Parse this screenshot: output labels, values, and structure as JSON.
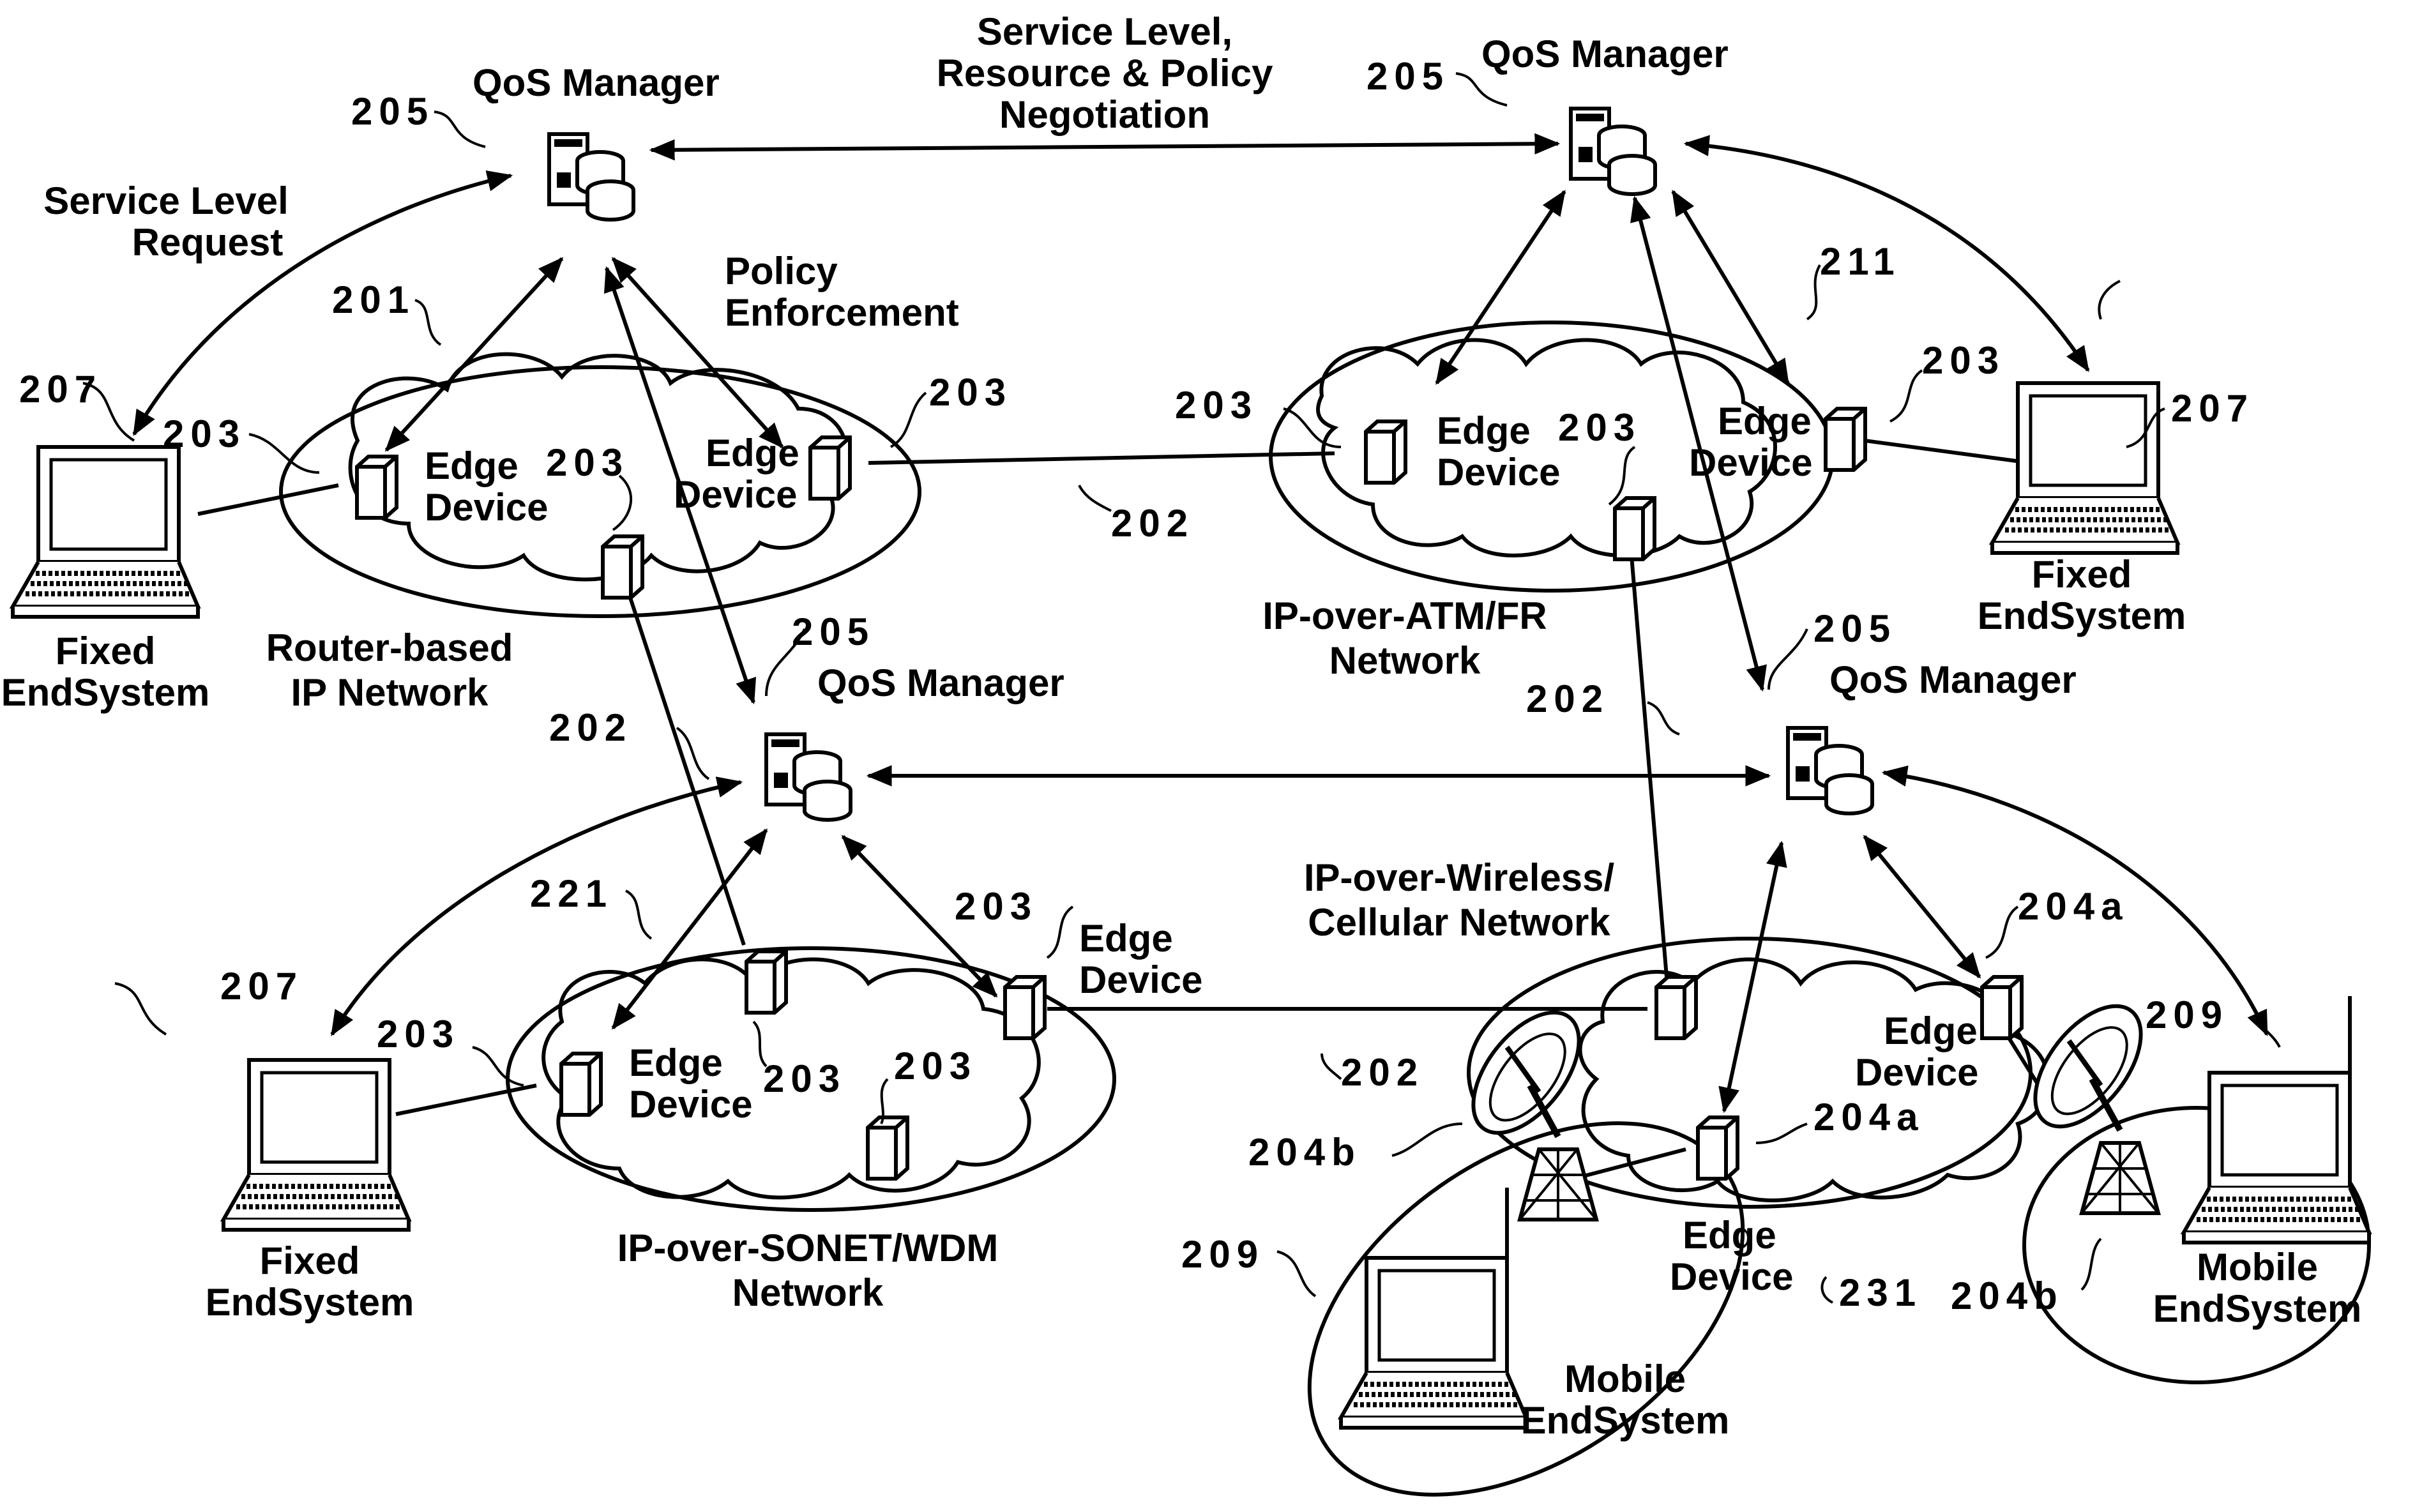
{
  "labels": {
    "qos_manager": "QoS Manager",
    "service_level_request": [
      "Service Level",
      "Request"
    ],
    "negotiation": [
      "Service Level,",
      "Resource & Policy",
      "Negotiation"
    ],
    "policy_enforcement": [
      "Policy",
      "Enforcement"
    ],
    "edge_device": [
      "Edge",
      "Device"
    ],
    "fixed_endsystem": [
      "Fixed",
      "EndSystem"
    ],
    "mobile_endsystem": [
      "Mobile",
      "EndSystem"
    ]
  },
  "networks": {
    "router_ip": [
      "Router-based",
      "IP Network"
    ],
    "atm_fr": [
      "IP-over-ATM/FR",
      "Network"
    ],
    "sonet_wdm": [
      "IP-over-SONET/WDM",
      "Network"
    ],
    "wireless": [
      "IP-over-Wireless/",
      "Cellular Network"
    ]
  },
  "refs": {
    "r201": "201",
    "r202": "202",
    "r203": "203",
    "r204a": "204a",
    "r204b": "204b",
    "r205": "205",
    "r207": "207",
    "r209": "209",
    "r211": "211",
    "r221": "221",
    "r231": "231"
  }
}
